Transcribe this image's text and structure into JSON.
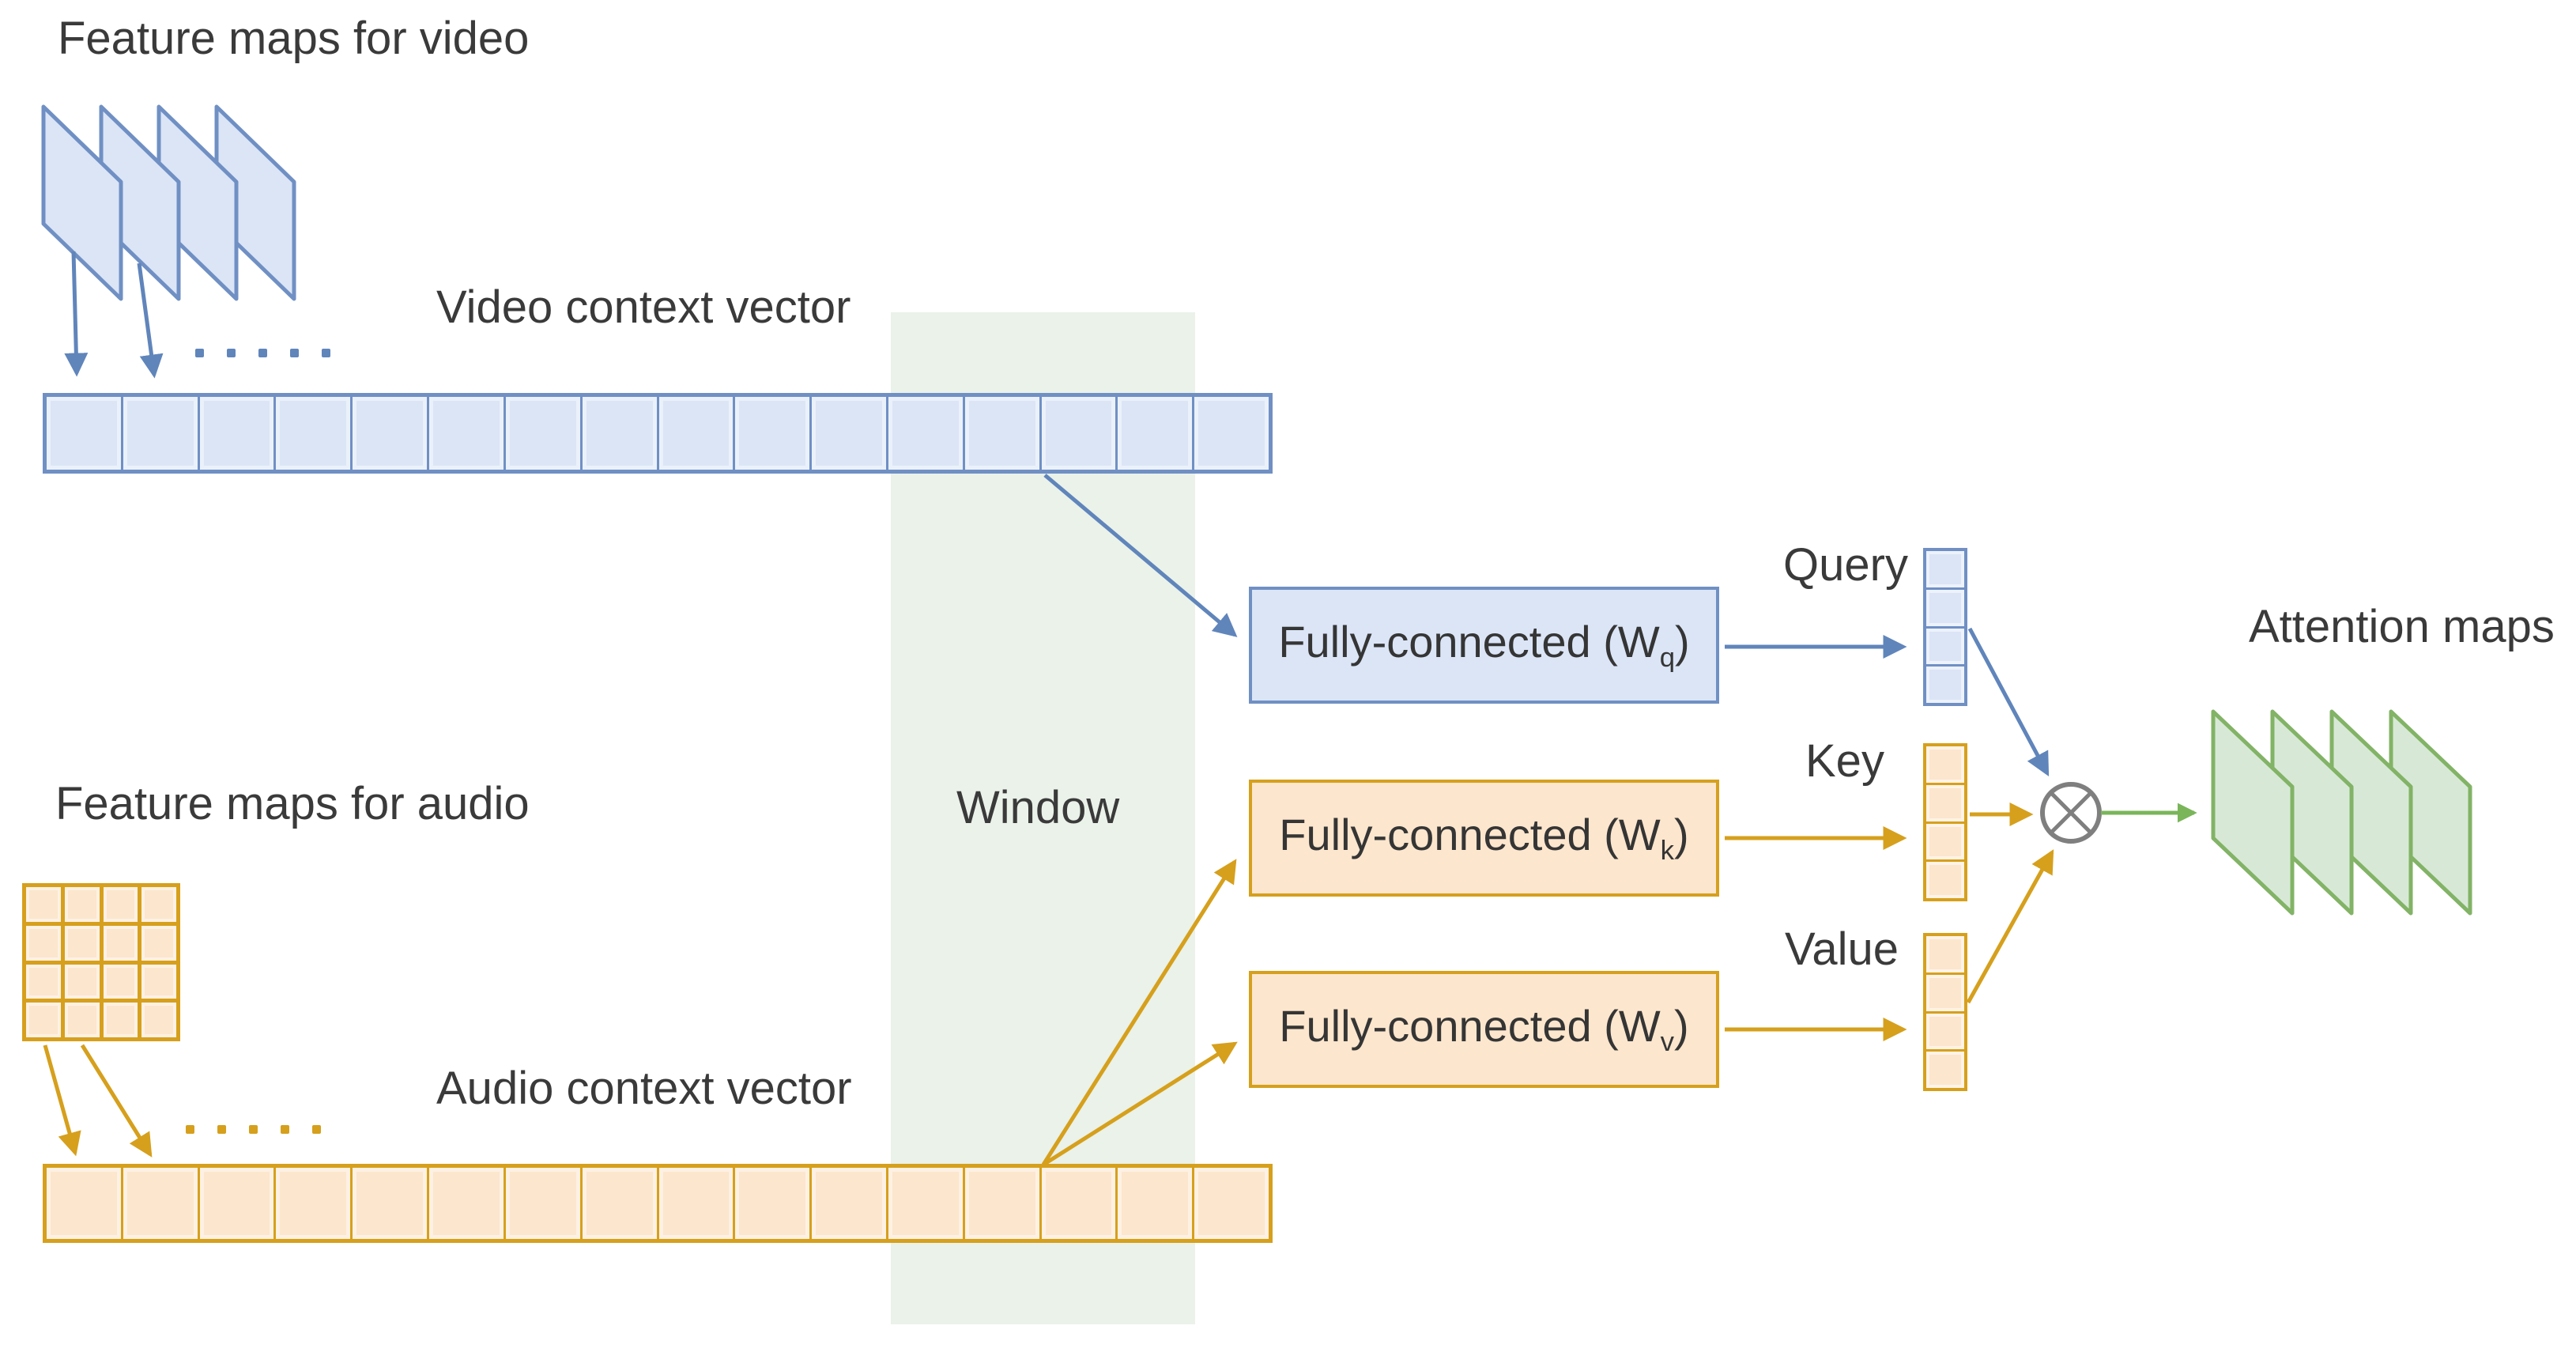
{
  "labels": {
    "video_feature_maps": "Feature maps for video",
    "video_context_vector": "Video context vector",
    "audio_feature_maps": "Feature maps for audio",
    "audio_context_vector": "Audio context vector",
    "window": "Window",
    "query": "Query",
    "key": "Key",
    "value": "Value",
    "attention_maps": "Attention maps"
  },
  "fc_boxes": {
    "query": {
      "prefix": "Fully-connected (W",
      "sub": "q",
      "suffix": ")"
    },
    "key": {
      "prefix": "Fully-connected (W",
      "sub": "k",
      "suffix": ")"
    },
    "value": {
      "prefix": "Fully-connected (W",
      "sub": "v",
      "suffix": ")"
    }
  },
  "counts": {
    "video_vector_cells": 16,
    "audio_vector_cells": 16,
    "query_cells": 4,
    "key_cells": 4,
    "value_cells": 4,
    "audio_grid_cells": 16,
    "video_feature_panes": 4,
    "attention_map_panes": 4,
    "ellipsis_dots": 5
  },
  "colors": {
    "blue_fill": "#dbe5f6",
    "blue_border": "#7090c4",
    "blue_arrow": "#6085bb",
    "orange_fill": "#fce6cd",
    "orange_border": "#d6a01d",
    "orange_arrow": "#d6a01d",
    "green_fill": "#d7e9d6",
    "green_border": "#82b366",
    "green_arrow": "#7ab55a",
    "band": "#eaf2e9",
    "operator": "#7f7f7f",
    "text": "#3a3a3a",
    "bg": "#ffffff"
  }
}
